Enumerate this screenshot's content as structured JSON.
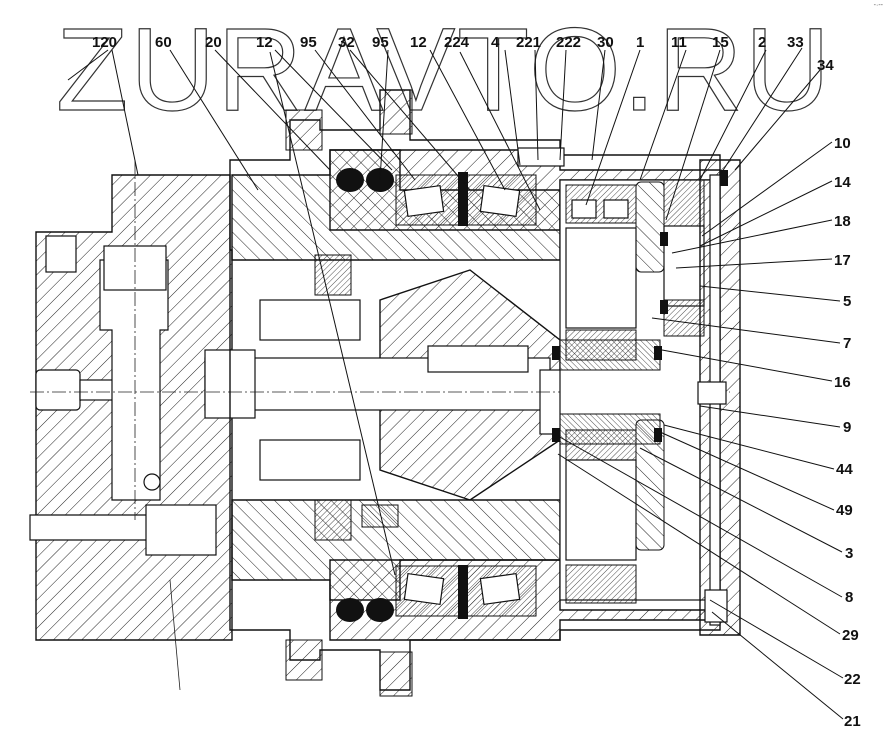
{
  "watermark": "ZURAVTO.RU",
  "corner_mark": "-·--",
  "diagram": {
    "type": "cross-section assembly drawing",
    "callouts_top": [
      {
        "id": "c120",
        "text": "120"
      },
      {
        "id": "c60",
        "text": "60"
      },
      {
        "id": "c20",
        "text": "20"
      },
      {
        "id": "c12a",
        "text": "12"
      },
      {
        "id": "c95a",
        "text": "95"
      },
      {
        "id": "c32",
        "text": "32"
      },
      {
        "id": "c95b",
        "text": "95"
      },
      {
        "id": "c12b",
        "text": "12"
      },
      {
        "id": "c224",
        "text": "224"
      },
      {
        "id": "c4",
        "text": "4"
      },
      {
        "id": "c221",
        "text": "221"
      },
      {
        "id": "c222",
        "text": "222"
      },
      {
        "id": "c30",
        "text": "30"
      },
      {
        "id": "c1",
        "text": "1"
      },
      {
        "id": "c11",
        "text": "11"
      },
      {
        "id": "c15",
        "text": "15"
      },
      {
        "id": "c2",
        "text": "2"
      },
      {
        "id": "c33",
        "text": "33"
      },
      {
        "id": "c34",
        "text": "34"
      }
    ],
    "callouts_right": [
      {
        "id": "c10",
        "text": "10"
      },
      {
        "id": "c14",
        "text": "14"
      },
      {
        "id": "c18",
        "text": "18"
      },
      {
        "id": "c17",
        "text": "17"
      },
      {
        "id": "c5",
        "text": "5"
      },
      {
        "id": "c7",
        "text": "7"
      },
      {
        "id": "c16",
        "text": "16"
      },
      {
        "id": "c9",
        "text": "9"
      },
      {
        "id": "c44",
        "text": "44"
      },
      {
        "id": "c49",
        "text": "49"
      },
      {
        "id": "c3",
        "text": "3"
      },
      {
        "id": "c8",
        "text": "8"
      },
      {
        "id": "c29",
        "text": "29"
      },
      {
        "id": "c22",
        "text": "22"
      },
      {
        "id": "c21",
        "text": "21"
      }
    ]
  }
}
